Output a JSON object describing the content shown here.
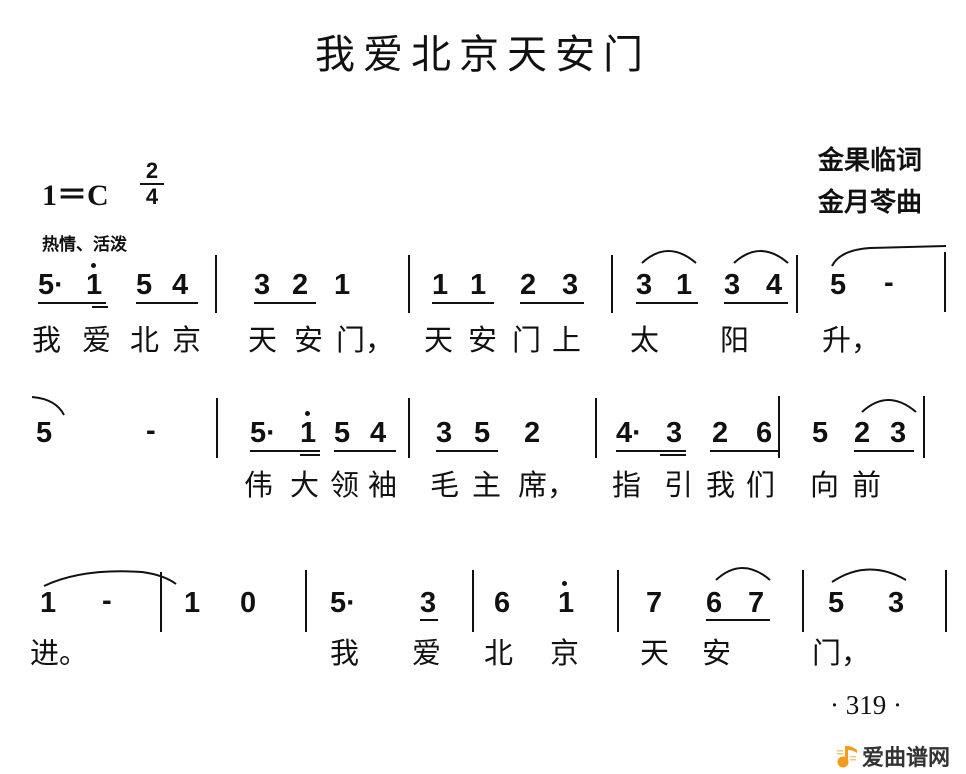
{
  "title": "我爱北京天安门",
  "key": "1＝C",
  "time_signature": {
    "numerator": "2",
    "denominator": "4"
  },
  "tempo_marking": "热情、活泼",
  "lyricist": "金果临词",
  "composer": "金月苓曲",
  "lines": [
    {
      "notes": [
        "5·",
        "1",
        "5",
        "4",
        "3",
        "2",
        "1",
        "1",
        "1",
        "2",
        "3",
        "3",
        "1",
        "3",
        "4",
        "5",
        "-"
      ],
      "lyrics": [
        "我",
        "爱",
        "北",
        "京",
        "天",
        "安",
        "门，",
        "天",
        "安",
        "门",
        "上",
        "太",
        "阳",
        "升，"
      ]
    },
    {
      "notes": [
        "5",
        "-",
        "5·",
        "1",
        "5",
        "4",
        "3",
        "5",
        "2",
        "4·",
        "3",
        "2",
        "6",
        "5",
        "2",
        "3"
      ],
      "lyrics": [
        "伟",
        "大",
        "领",
        "袖",
        "毛",
        "主",
        "席，",
        "指",
        "引",
        "我",
        "们",
        "向",
        "前"
      ]
    },
    {
      "notes": [
        "1",
        "-",
        "1",
        "0",
        "5·",
        "3",
        "6",
        "1",
        "7",
        "6",
        "7",
        "5",
        "3"
      ],
      "lyrics": [
        "进。",
        "我",
        "爱",
        "北",
        "京",
        "天",
        "安",
        "门，"
      ]
    }
  ],
  "page_number": "· 319 ·",
  "watermark": {
    "text": "爱曲谱网",
    "icon": "music-note-icon",
    "color": "#f39c1f"
  }
}
